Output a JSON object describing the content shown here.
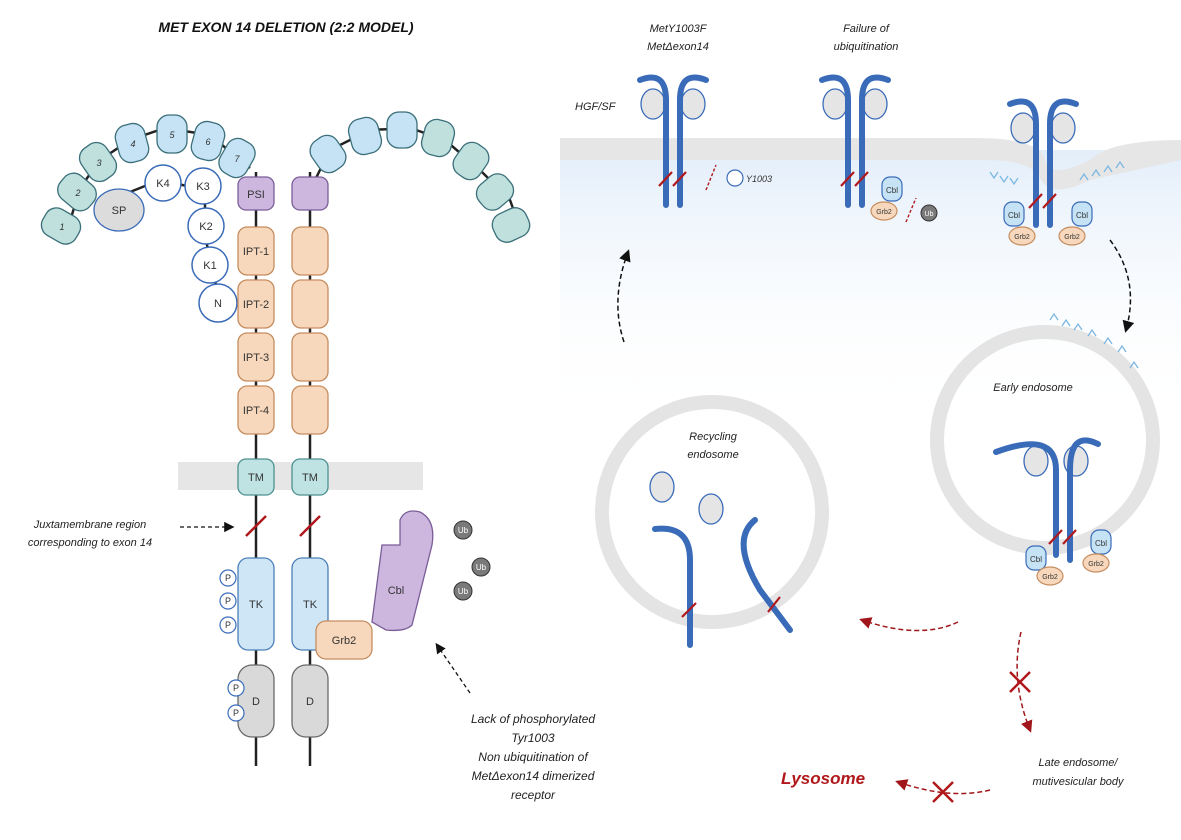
{
  "title": "MET EXON 14 DELETION (2:2 MODEL)",
  "left": {
    "sema_blades": [
      "1",
      "2",
      "3",
      "4",
      "5",
      "6",
      "7"
    ],
    "sp": "SP",
    "kringles": [
      "K4",
      "K3",
      "K2",
      "K1",
      "N"
    ],
    "domains": [
      "PSI",
      "IPT-1",
      "IPT-2",
      "IPT-3",
      "IPT-4",
      "TM",
      "TK",
      "D"
    ],
    "juxta_label_1": "Juxtamembrane region",
    "juxta_label_2": "corresponding to exon 14",
    "cbl": "Cbl",
    "grb2": "Grb2",
    "ub": "Ub",
    "note_lines": [
      "Lack of phosphorylated",
      "Tyr1003",
      "Non ubiquitination of",
      "MetΔexon14 dimerized",
      "receptor"
    ]
  },
  "right": {
    "col1_line1": "MetY1003F",
    "col1_line2": "MetΔexon14",
    "col2_line1": "Failure of",
    "col2_line2": "ubiquitination",
    "hgf": "HGF/SF",
    "y1003": "Y1003",
    "cbl": "Cbl",
    "grb2": "Grb2",
    "ub": "Ub",
    "early_endosome": "Early endosome",
    "recycling_1": "Recycling",
    "recycling_2": "endosome",
    "late_1": "Late endosome/",
    "late_2": "mutivesicular body",
    "lysosome": "Lysosome"
  },
  "colors": {
    "receptor_blue": "#3a6bb8",
    "blade_green": "#bfe0dc",
    "blade_blue": "#c6e3f5",
    "psi_purple": "#cdb7df",
    "ipt_peach": "#f7d8bd",
    "tm_teal": "#bfe3e3",
    "tk_blue": "#cfe6f7",
    "d_gray": "#d9d9d9",
    "red": "#b0181b"
  }
}
